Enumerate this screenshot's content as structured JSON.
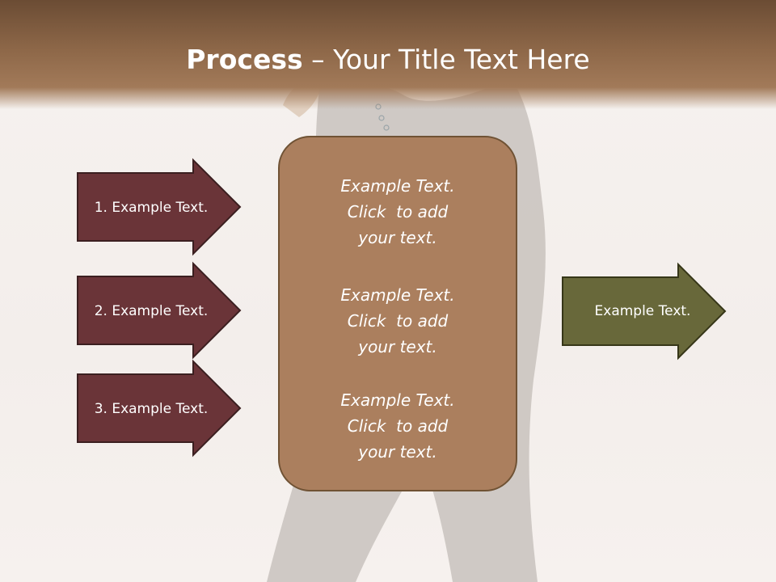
{
  "title": {
    "bold": "Process",
    "rest": " – Your Title Text Here"
  },
  "input_steps": [
    {
      "label": "1. Example Text."
    },
    {
      "label": "2. Example Text."
    },
    {
      "label": "3. Example Text."
    }
  ],
  "center_box": {
    "blocks": [
      {
        "lines": [
          "Example Text.",
          "Click  to add",
          "your text."
        ]
      },
      {
        "lines": [
          "Example Text.",
          "Click  to add",
          "your text."
        ]
      },
      {
        "lines": [
          "Example Text.",
          "Click  to add",
          "your text."
        ]
      }
    ]
  },
  "output_step": {
    "label": "Example Text."
  },
  "colors": {
    "title_band": "#8d6748",
    "input_arrow_fill": "#6a3438",
    "center_box_fill": "#ab7f5e",
    "output_arrow_fill": "#68683a",
    "title_text": "#ffffff"
  }
}
